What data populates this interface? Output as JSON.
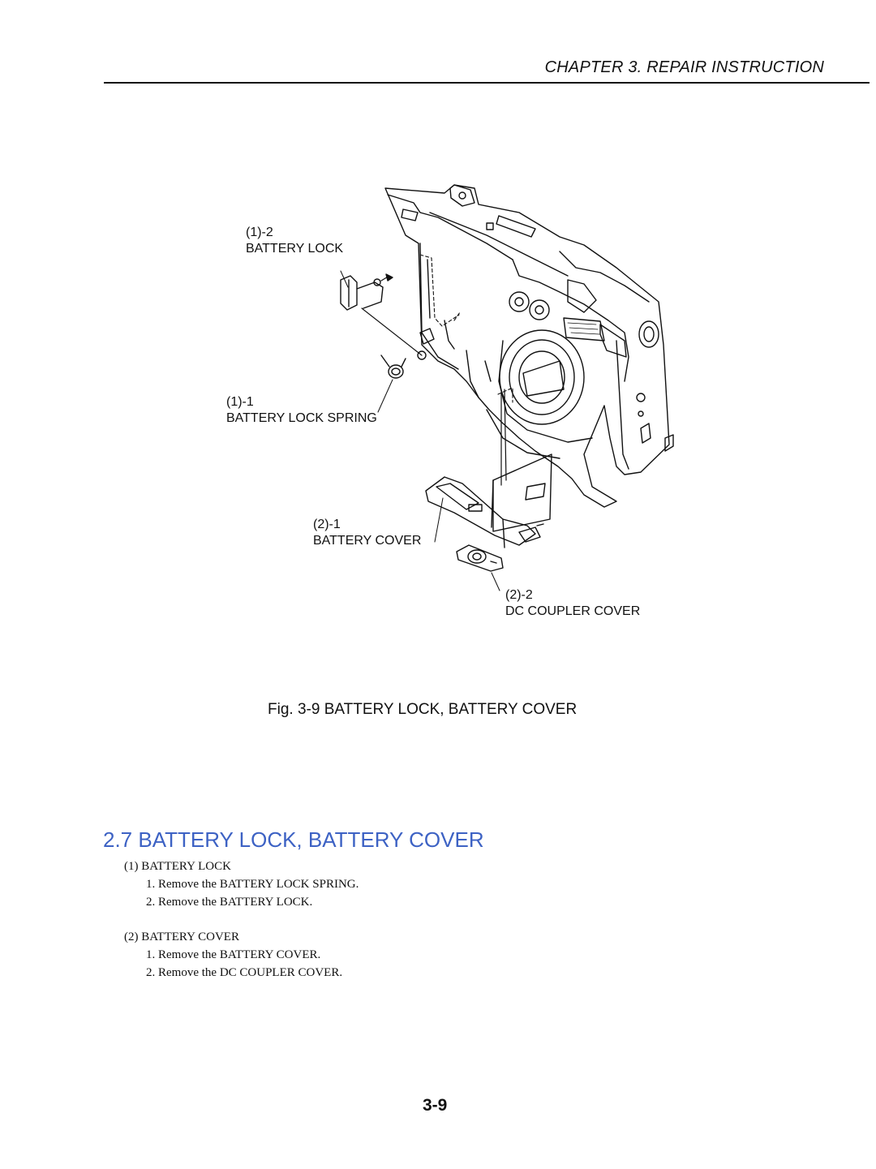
{
  "header": {
    "title": "CHAPTER 3.  REPAIR INSTRUCTION"
  },
  "figure": {
    "callouts": [
      {
        "num": "(1)-2",
        "name": "BATTERY LOCK"
      },
      {
        "num": "(1)-1",
        "name": "BATTERY LOCK SPRING"
      },
      {
        "num": "(2)-1",
        "name": "BATTERY COVER"
      },
      {
        "num": "(2)-2",
        "name": "DC COUPLER COVER"
      }
    ],
    "caption": "Fig. 3-9 BATTERY LOCK, BATTERY COVER"
  },
  "section": {
    "title": "2.7  BATTERY LOCK, BATTERY COVER",
    "groups": [
      {
        "heading": "(1) BATTERY LOCK",
        "steps": [
          "1.  Remove the BATTERY LOCK SPRING.",
          "2.  Remove the BATTERY LOCK."
        ]
      },
      {
        "heading": "(2) BATTERY COVER",
        "steps": [
          "1.  Remove the BATTERY COVER.",
          "2.  Remove the DC COUPLER COVER."
        ]
      }
    ]
  },
  "page_number": "3-9"
}
